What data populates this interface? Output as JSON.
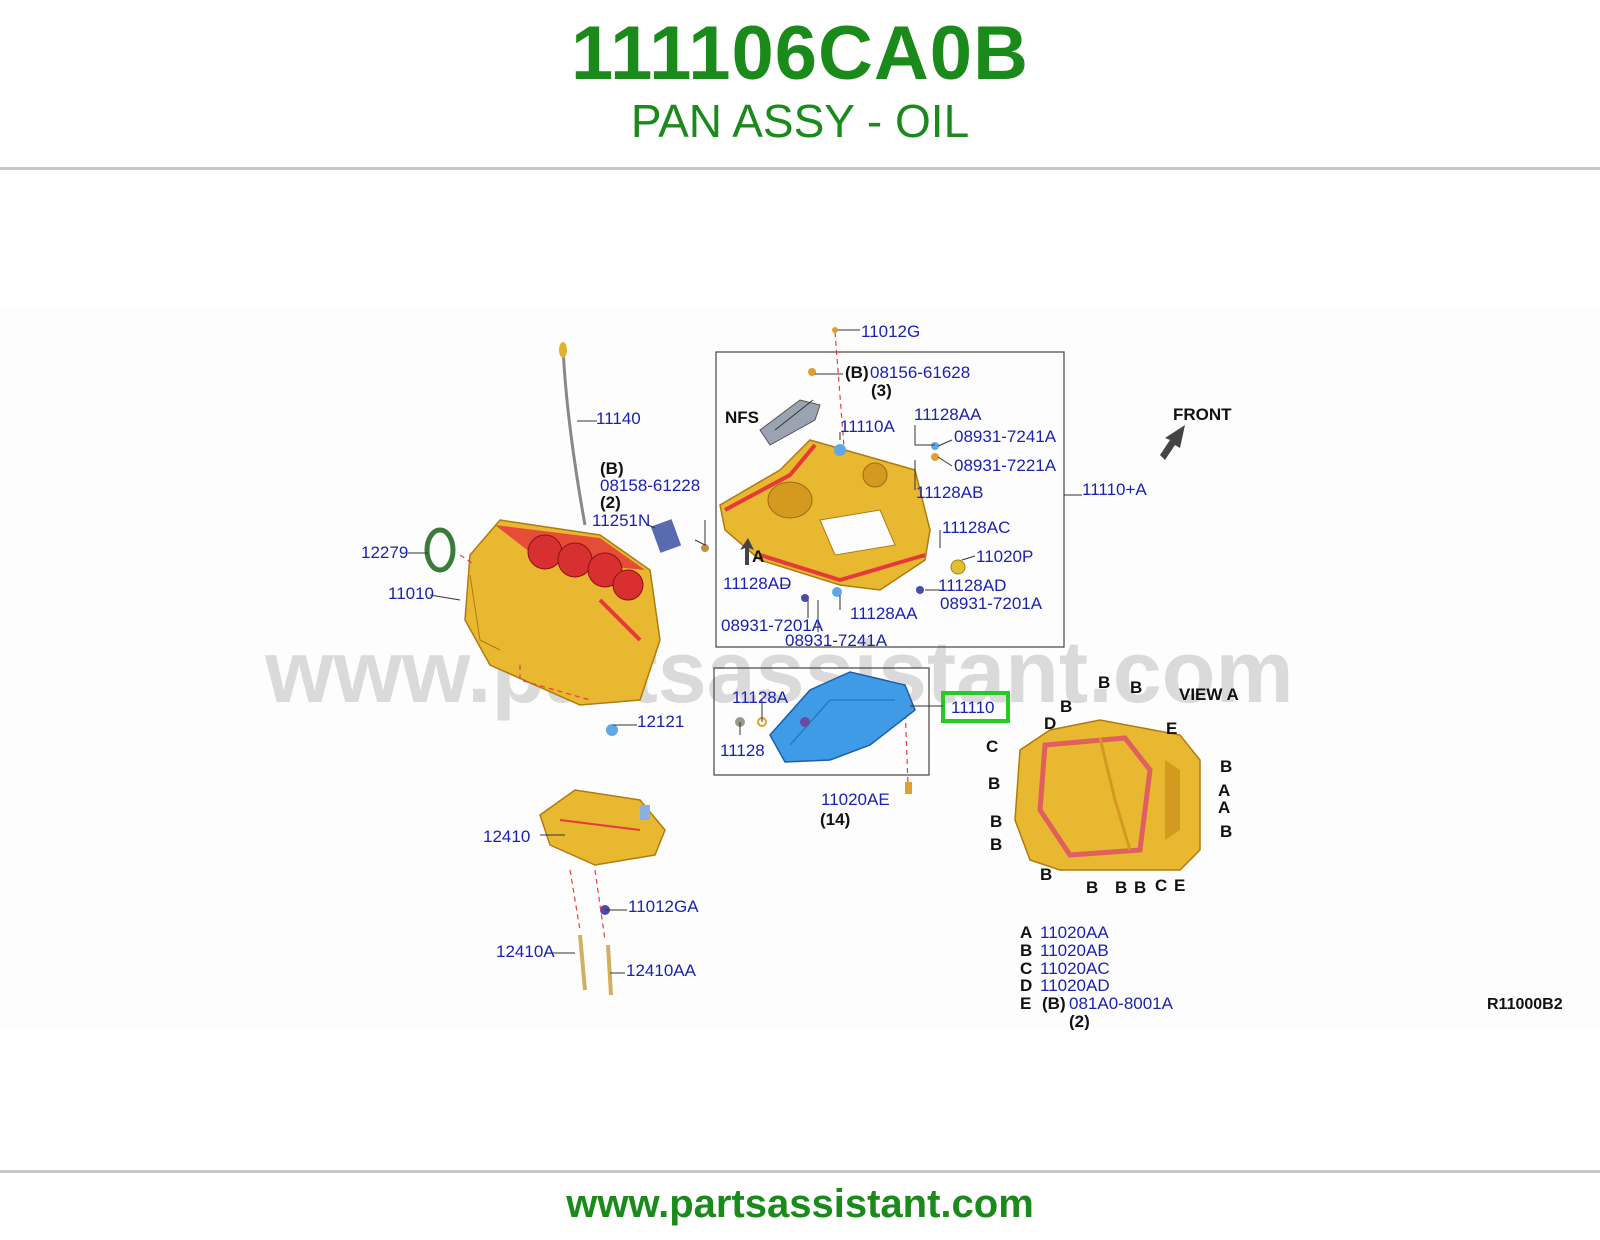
{
  "header": {
    "part_number": "111106CA0B",
    "part_name": "PAN ASSY - OIL"
  },
  "footer": {
    "url": "www.partsassistant.com"
  },
  "diagram": {
    "watermark": "www.partsassistant.com",
    "drawing_code": "R11000B2",
    "front_label": "FRONT",
    "view_label": "VIEW A",
    "nfs_label": "NFS",
    "highlighted_part": "11110",
    "labels": {
      "p11012G": "11012G",
      "p08156": "08156-61628",
      "b08156": "(B)",
      "q08156": "(3)",
      "p11140": "11140",
      "b08158": "(B)",
      "p08158": "08158-61228",
      "q08158": "(2)",
      "p11251N": "11251N",
      "p12279": "12279",
      "p11010": "11010",
      "p11110A": "11110A",
      "p11128AA_top": "11128AA",
      "p08931_7241A_top": "08931-7241A",
      "p08931_7221A": "08931-7221A",
      "p11128AB": "11128AB",
      "p11110plusA": "11110+A",
      "p11128AC": "11128AC",
      "p11020P": "11020P",
      "arrowA": "A",
      "p11128AD_left": "11128AD",
      "p11128AD_right": "11128AD",
      "p08931_7201A_right": "08931-7201A",
      "p11128AA_bottom": "11128AA",
      "p08931_7201A_left": "08931-7201A",
      "p08931_7241A_bottom": "08931-7241A",
      "p11128A": "11128A",
      "p11128": "11128",
      "p12121": "12121",
      "p11020AE": "11020AE",
      "q11020AE": "(14)",
      "p12410": "12410",
      "p11012GA": "11012GA",
      "p12410A": "12410A",
      "p12410AA": "12410AA"
    },
    "view_letters": {
      "B1": "B",
      "B2": "B",
      "B3": "B",
      "D": "D",
      "E1": "E",
      "C1": "C",
      "B4": "B",
      "A1": "A",
      "A2": "A",
      "B5": "B",
      "B6": "B",
      "B7": "B",
      "B8": "B",
      "B9": "B",
      "B10": "B",
      "B11": "B",
      "C2": "C",
      "E2": "E",
      "B12": "B"
    },
    "legend": [
      {
        "letter": "A",
        "prefix": "",
        "code": "11020AA",
        "qty": ""
      },
      {
        "letter": "B",
        "prefix": "",
        "code": "11020AB",
        "qty": ""
      },
      {
        "letter": "C",
        "prefix": "",
        "code": "11020AC",
        "qty": ""
      },
      {
        "letter": "D",
        "prefix": "",
        "code": "11020AD",
        "qty": ""
      },
      {
        "letter": "E",
        "prefix": "(B)",
        "code": "081A0-8001A",
        "qty": "(2)"
      }
    ]
  }
}
